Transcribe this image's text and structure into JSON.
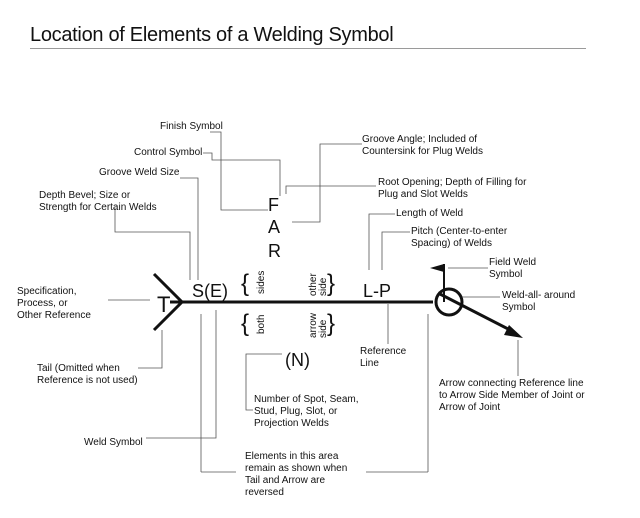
{
  "title": "Location of Elements of a Welding Symbol",
  "symbols": {
    "tail_T": "T",
    "S_E": "S(E)",
    "F": "F",
    "A": "A",
    "R": "R",
    "L_P": "L-P",
    "N": "(N)",
    "brace_open": "{",
    "brace_close": "}"
  },
  "side_words": {
    "sides": "sides",
    "other_side": "other\nside",
    "both": "both",
    "arrow_side": "arrow\nside"
  },
  "labels": {
    "finish_symbol": "Finish Symbol",
    "control_symbol": "Control Symbol",
    "groove_weld_size": "Groove Weld Size",
    "depth_bevel": "Depth Bevel; Size or\nStrength for Certain Welds",
    "groove_angle": "Groove Angle; Included of\nCountersink for Plug Welds",
    "root_opening": "Root Opening; Depth of Filling for\nPlug and Slot Welds",
    "length_of_weld": "Length of Weld",
    "pitch": "Pitch (Center-to-enter\nSpacing) of Welds",
    "field_weld": "Field Weld\nSymbol",
    "weld_all_around": "Weld-all- around\nSymbol",
    "specification": "Specification,\nProcess, or\nOther Reference",
    "tail": "Tail (Omitted when\nReference is not used)",
    "reference_line": "Reference\nLine",
    "arrow_connecting": "Arrow connecting Reference line\nto Arrow Side Member of Joint or\nArrow of Joint",
    "number_of_spot": "Number of Spot, Seam,\nStud, Plug, Slot, or\nProjection Welds",
    "weld_symbol": "Weld Symbol",
    "elements_remain": "Elements in this area\nremain as shown when\nTail and Arrow are\nreversed"
  }
}
